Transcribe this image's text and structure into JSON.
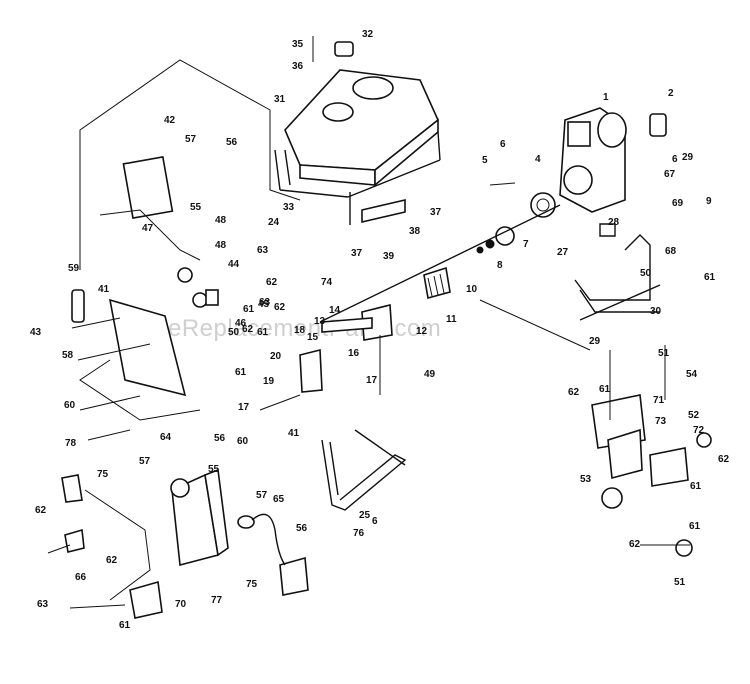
{
  "watermark": "eReplacementParts.com",
  "callouts": [
    "1",
    "2",
    "4",
    "5",
    "6",
    "6",
    "6",
    "7",
    "8",
    "9",
    "10",
    "11",
    "12",
    "13",
    "14",
    "15",
    "16",
    "17",
    "17",
    "18",
    "19",
    "20",
    "24",
    "25",
    "27",
    "28",
    "29",
    "29",
    "30",
    "31",
    "32",
    "33",
    "35",
    "36",
    "37",
    "37",
    "38",
    "39",
    "41",
    "41",
    "42",
    "43",
    "44",
    "45",
    "46",
    "47",
    "48",
    "48",
    "49",
    "50",
    "50",
    "51",
    "51",
    "52",
    "53",
    "54",
    "55",
    "55",
    "56",
    "56",
    "56",
    "57",
    "57",
    "57",
    "58",
    "59",
    "60",
    "60",
    "61",
    "61",
    "61",
    "61",
    "61",
    "61",
    "61",
    "61",
    "62",
    "62",
    "62",
    "62",
    "62",
    "62",
    "62",
    "62",
    "63",
    "63",
    "63",
    "64",
    "65",
    "66",
    "67",
    "68",
    "69",
    "70",
    "71",
    "72",
    "73",
    "74",
    "75",
    "75",
    "76",
    "77",
    "78"
  ]
}
